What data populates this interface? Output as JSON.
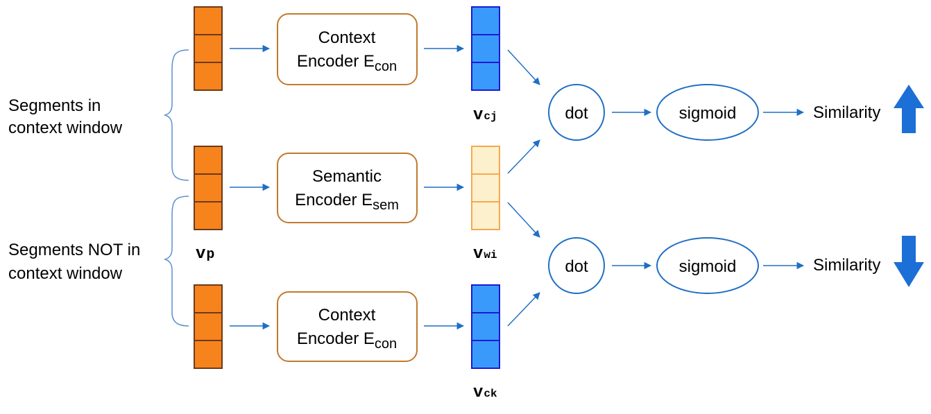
{
  "labels": {
    "in_window_line1": "Segments in",
    "in_window_line2": "context window",
    "not_in_window_line1": "Segments NOT in",
    "not_in_window_line2": "context window"
  },
  "encoders": {
    "top": {
      "line1": "Context",
      "line2_main": "Encoder E",
      "line2_sub": "con"
    },
    "middle": {
      "line1": "Semantic",
      "line2_main": "Encoder E",
      "line2_sub": "sem"
    },
    "bottom": {
      "line1": "Context",
      "line2_main": "Encoder E",
      "line2_sub": "con"
    }
  },
  "vectors": {
    "input": {
      "main": "v",
      "sub": "p"
    },
    "cj": {
      "main": "v",
      "sub": "cj"
    },
    "wi": {
      "main": "v",
      "sub": "wi"
    },
    "ck": {
      "main": "v",
      "sub": "ck"
    }
  },
  "ops": {
    "dot_top": "dot",
    "sigmoid_top": "sigmoid",
    "dot_bottom": "dot",
    "sigmoid_bottom": "sigmoid"
  },
  "outputs": {
    "top": "Similarity",
    "bottom": "Similarity"
  },
  "colors": {
    "input_vector": "#f7831c",
    "input_vector_border": "#6b3a1a",
    "context_vector": "#3a9afc",
    "context_vector_border": "#1a1ad4",
    "semantic_vector": "#fdf0cd",
    "semantic_vector_border": "#f5a84e",
    "encoder_border": "#c07a2e",
    "arrow": "#1f6fc4",
    "ellipse_border": "#1f6fc4",
    "brace": "#5a8fd0",
    "up_arrow": "#1c6fd6",
    "down_arrow": "#1c6fd6"
  }
}
